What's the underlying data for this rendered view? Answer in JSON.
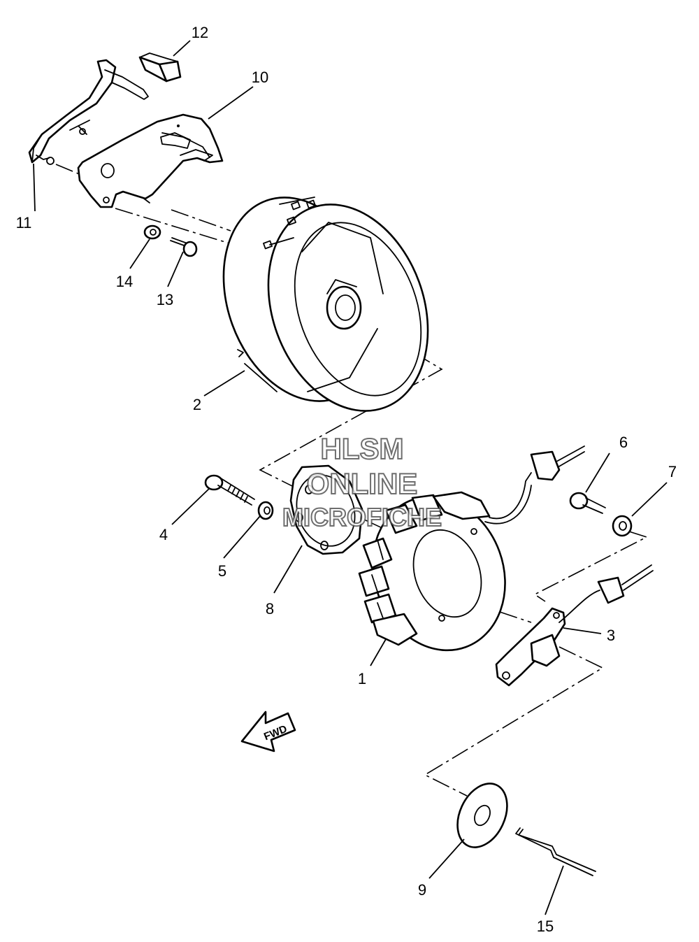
{
  "callouts": [
    {
      "id": "1",
      "label": "1"
    },
    {
      "id": "2",
      "label": "2"
    },
    {
      "id": "3",
      "label": "3"
    },
    {
      "id": "4",
      "label": "4"
    },
    {
      "id": "5",
      "label": "5"
    },
    {
      "id": "6",
      "label": "6"
    },
    {
      "id": "7",
      "label": "7"
    },
    {
      "id": "8",
      "label": "8"
    },
    {
      "id": "9",
      "label": "9"
    },
    {
      "id": "10",
      "label": "10"
    },
    {
      "id": "11",
      "label": "11"
    },
    {
      "id": "12",
      "label": "12"
    },
    {
      "id": "13",
      "label": "13"
    },
    {
      "id": "14",
      "label": "14"
    },
    {
      "id": "15",
      "label": "15"
    }
  ],
  "direction_arrow": {
    "label": "FWD"
  },
  "watermark": {
    "line1": "HLSM",
    "line2": "ONLINE",
    "line3": "MICROFICHE"
  }
}
